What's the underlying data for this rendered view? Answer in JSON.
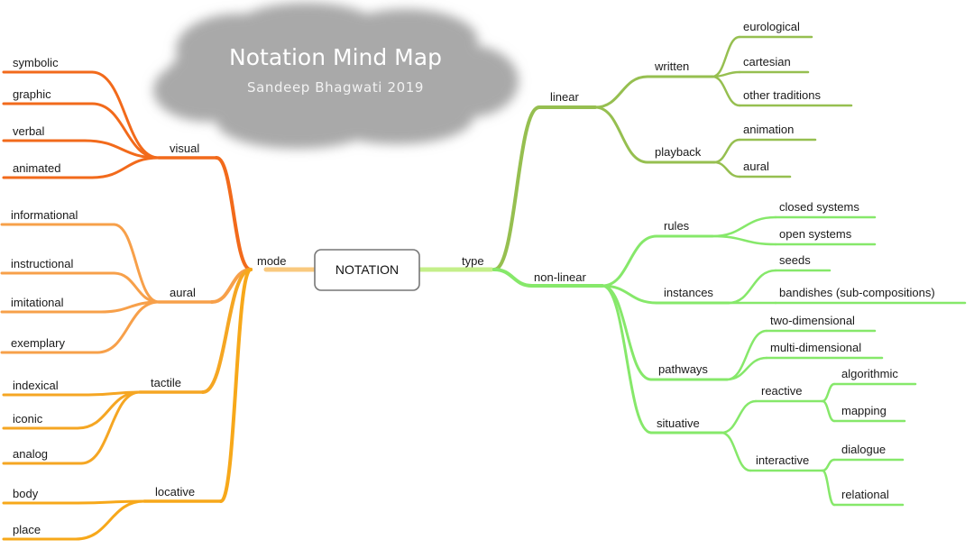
{
  "title": "Notation Mind Map",
  "subtitle": "Sandeep Bhagwati 2019",
  "center": "NOTATION",
  "colors": {
    "visual": "#f26a1b",
    "aural": "#f7a04a",
    "tactile": "#f5a623",
    "locative": "#f7a81a",
    "mode": "#f9c97e",
    "type": "#c4ef8a",
    "linear": "#96bf50",
    "nonlinear": "#86e86a",
    "cloud": "#a9a9a9"
  },
  "left": {
    "mode": "mode",
    "visual": {
      "label": "visual",
      "items": [
        "symbolic",
        "graphic",
        "verbal",
        "animated"
      ]
    },
    "aural": {
      "label": "aural",
      "items": [
        "informational",
        "instructional",
        "imitational",
        "exemplary"
      ]
    },
    "tactile": {
      "label": "tactile",
      "items": [
        "indexical",
        "iconic",
        "analog"
      ]
    },
    "locative": {
      "label": "locative",
      "items": [
        "body",
        "place"
      ]
    }
  },
  "right": {
    "type": "type",
    "linear": {
      "label": "linear",
      "written": {
        "label": "written",
        "items": [
          "eurological",
          "cartesian",
          "other traditions"
        ]
      },
      "playback": {
        "label": "playback",
        "items": [
          "animation",
          "aural"
        ]
      }
    },
    "nonlinear": {
      "label": "non-linear",
      "rules": {
        "label": "rules",
        "items": [
          "closed systems",
          "open systems"
        ]
      },
      "instances": {
        "label": "instances",
        "items": [
          "seeds",
          "bandishes (sub-compositions)"
        ]
      },
      "pathways": {
        "label": "pathways",
        "items": [
          "two-dimensional",
          "multi-dimensional"
        ]
      },
      "situative": {
        "label": "situative",
        "reactive": {
          "label": "reactive",
          "items": [
            "algorithmic",
            "mapping"
          ]
        },
        "interactive": {
          "label": "interactive",
          "items": [
            "dialogue",
            "relational"
          ]
        }
      }
    }
  }
}
